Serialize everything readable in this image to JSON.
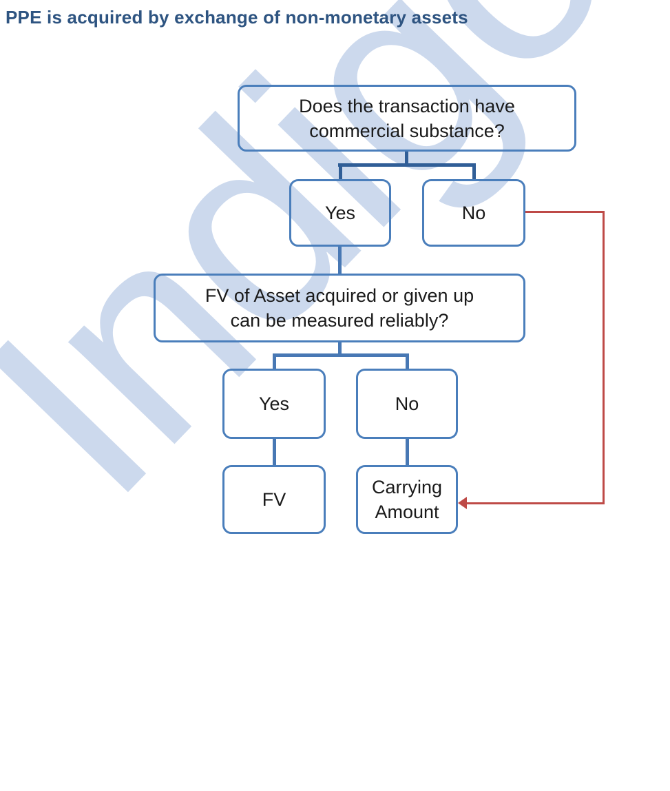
{
  "title": "PPE is acquired by exchange of non-monetary assets",
  "watermark": {
    "text": "Indigo"
  },
  "colors": {
    "title_blue": "#2e5481",
    "box_border_blue": "#4a7ebb",
    "connector_dark_blue": "#305e97",
    "connector_mid_blue": "#4878b4",
    "arrow_red": "#be4a47",
    "watermark_blue": "#ccd9ed",
    "text_black": "#1a1a1a",
    "background": "#ffffff"
  },
  "flowchart": {
    "nodes": {
      "q1": {
        "lines": [
          "Does the transaction have",
          "commercial substance?"
        ]
      },
      "yes1": {
        "label": "Yes"
      },
      "no1": {
        "label": "No"
      },
      "q2": {
        "lines": [
          "FV of Asset acquired or given up",
          "can be measured reliably?"
        ]
      },
      "yes2": {
        "label": "Yes"
      },
      "no2": {
        "label": "No"
      },
      "fv": {
        "label": "FV"
      },
      "ca": {
        "lines": [
          "Carrying",
          "Amount"
        ]
      }
    }
  }
}
